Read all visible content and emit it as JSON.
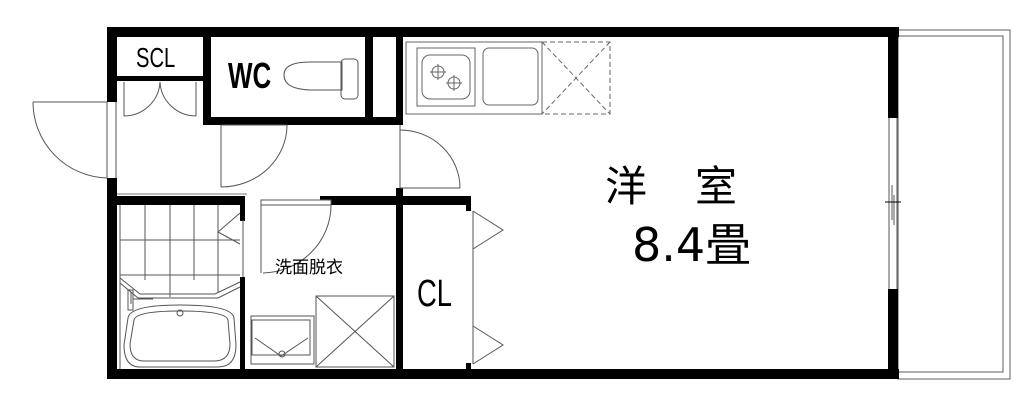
{
  "floorplan": {
    "rooms": {
      "scl": {
        "label": "SCL"
      },
      "wc": {
        "label": "WC"
      },
      "washroom": {
        "label": "洗面脱衣"
      },
      "closet": {
        "label": "CL"
      },
      "western_room": {
        "label_line1": "洋　室",
        "label_line2": "8.4畳"
      }
    },
    "fixtures": [
      "toilet",
      "two-burner-stove",
      "kitchen-sink",
      "fridge-space",
      "bathtub",
      "shower-area",
      "wash-basin",
      "washing-machine-space"
    ],
    "colors": {
      "wall": "#000000",
      "fixture_line": "#555555",
      "background": "#ffffff"
    }
  }
}
